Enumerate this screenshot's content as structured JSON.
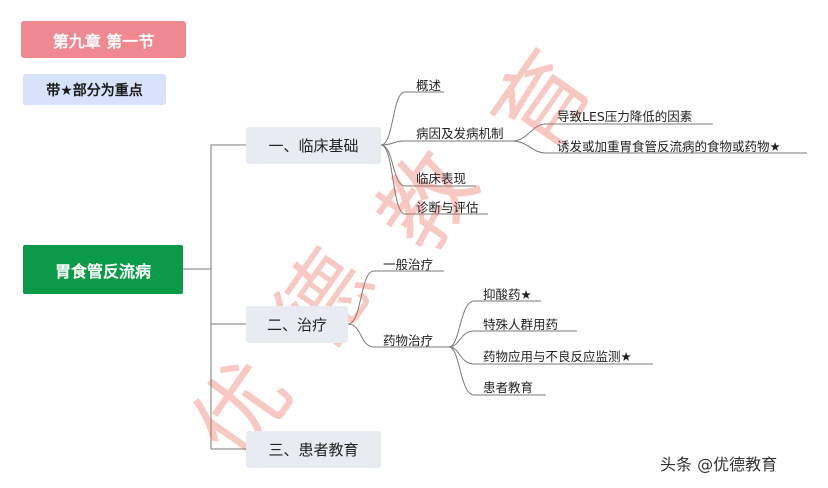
{
  "header": {
    "chapter_label": "第九章  第一节",
    "note_label": "带★部分为重点"
  },
  "root": {
    "label": "胃食管反流病"
  },
  "branches": [
    {
      "label": "一、临床基础",
      "children": [
        {
          "label": "概述"
        },
        {
          "label": "病因及发病机制",
          "children": [
            {
              "label": "导致LES压力降低的因素"
            },
            {
              "label": "诱发或加重胃食管反流病的食物或药物★"
            }
          ]
        },
        {
          "label": "临床表现"
        },
        {
          "label": "诊断与评估"
        }
      ]
    },
    {
      "label": "二、治疗",
      "children": [
        {
          "label": "一般治疗"
        },
        {
          "label": "药物治疗",
          "children": [
            {
              "label": "抑酸药★"
            },
            {
              "label": "特殊人群用药"
            },
            {
              "label": "药物应用与不良反应监测★"
            },
            {
              "label": "患者教育"
            }
          ]
        }
      ]
    },
    {
      "label": "三、患者教育"
    }
  ],
  "watermark": {
    "chars": [
      "优",
      "德",
      "教",
      "育"
    ]
  },
  "footer": {
    "credit": "头条 @优德教育"
  },
  "colors": {
    "chapter_tag": "#f0888f",
    "note_tag": "#d7e3fc",
    "root_node": "#0b9a47",
    "branch_node": "#e9ebf2",
    "connector": "#7a7a7a",
    "watermark": "#e86450"
  }
}
